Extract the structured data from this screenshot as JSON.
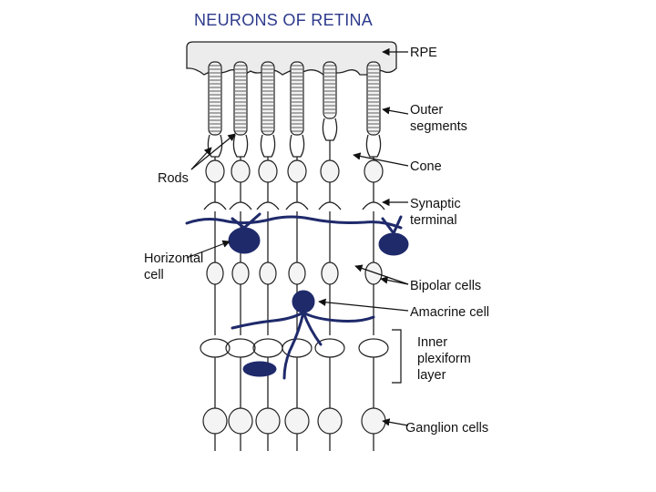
{
  "title": "NEURONS OF RETINA",
  "labels": {
    "rpe": "RPE",
    "outer_segments_line1": "Outer",
    "outer_segments_line2": "segments",
    "cone": "Cone",
    "synaptic_terminal_line1": "Synaptic",
    "synaptic_terminal_line2": "terminal",
    "rods": "Rods",
    "horizontal_cell_line1": "Horizontal",
    "horizontal_cell_line2": "cell",
    "bipolar_cells": "Bipolar cells",
    "amacrine_cell": "Amacrine cell",
    "inner_plexiform_line1": "Inner",
    "inner_plexiform_line2": "plexiform",
    "inner_plexiform_line3": "layer",
    "ganglion_cells": "Ganglion cells"
  },
  "colors": {
    "title": "#2d3a8c",
    "stained_cells": "#1f2a6b"
  }
}
